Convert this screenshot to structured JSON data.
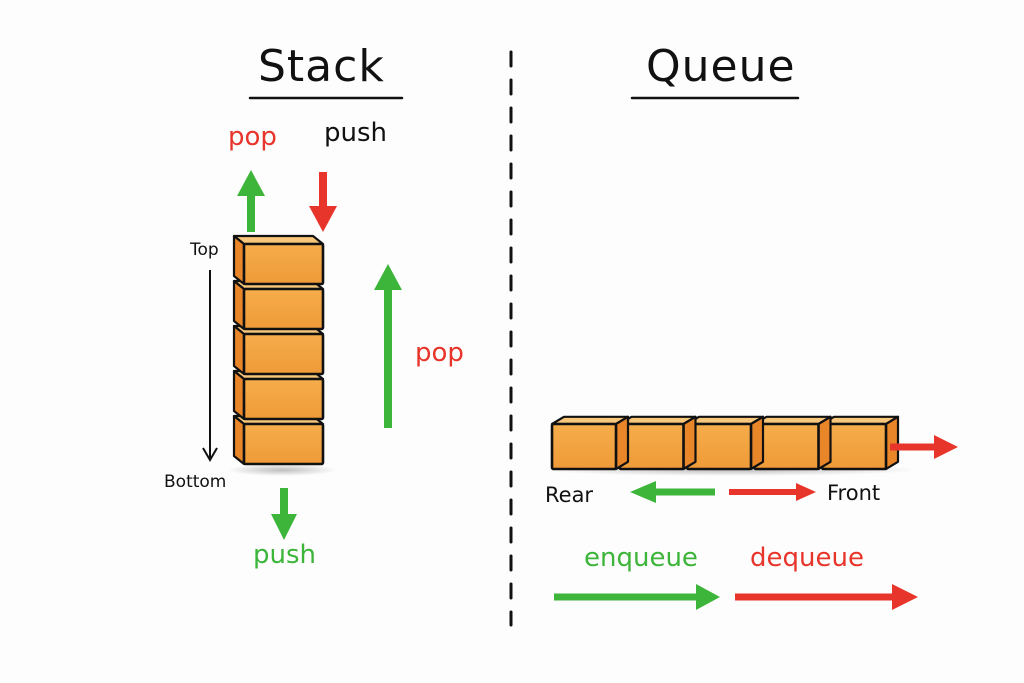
{
  "colors": {
    "green": "#3db53a",
    "red": "#e8352b",
    "ink": "#111111",
    "block_front": "#f3a13e",
    "block_top": "#f9c77c",
    "block_side": "#e9862a"
  },
  "stack": {
    "title": "Stack",
    "top_pop_label": "pop",
    "top_push_label": "push",
    "side_pop_label": "pop",
    "bottom_push_label": "push",
    "top_marker": "Top",
    "bottom_marker": "Bottom",
    "block_count": 5
  },
  "queue": {
    "title": "Queue",
    "rear_label": "Rear",
    "front_label": "Front",
    "enqueue_label": "enqueue",
    "dequeue_label": "dequeue",
    "block_count": 5
  }
}
